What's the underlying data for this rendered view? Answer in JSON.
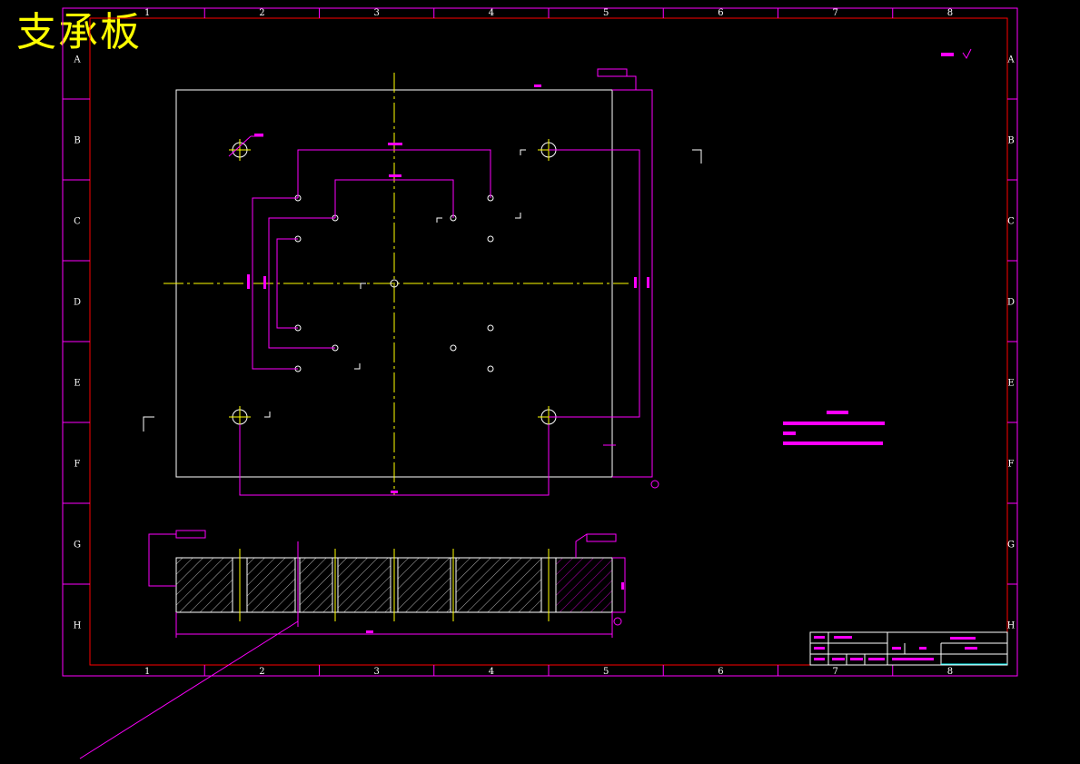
{
  "title": "支承板",
  "grid": {
    "columns": [
      "1",
      "2",
      "3",
      "4",
      "5",
      "6",
      "7",
      "8"
    ],
    "rows": [
      "A",
      "B",
      "C",
      "D",
      "E",
      "F",
      "G",
      "H"
    ]
  },
  "colors": {
    "background": "#000000",
    "title": "#ffff00",
    "dimension": "#ff00ff",
    "inner_border": "#ff0000",
    "outline": "#ffffff",
    "centerline": "#ffff00",
    "title_block_accent": "#00ffff"
  }
}
